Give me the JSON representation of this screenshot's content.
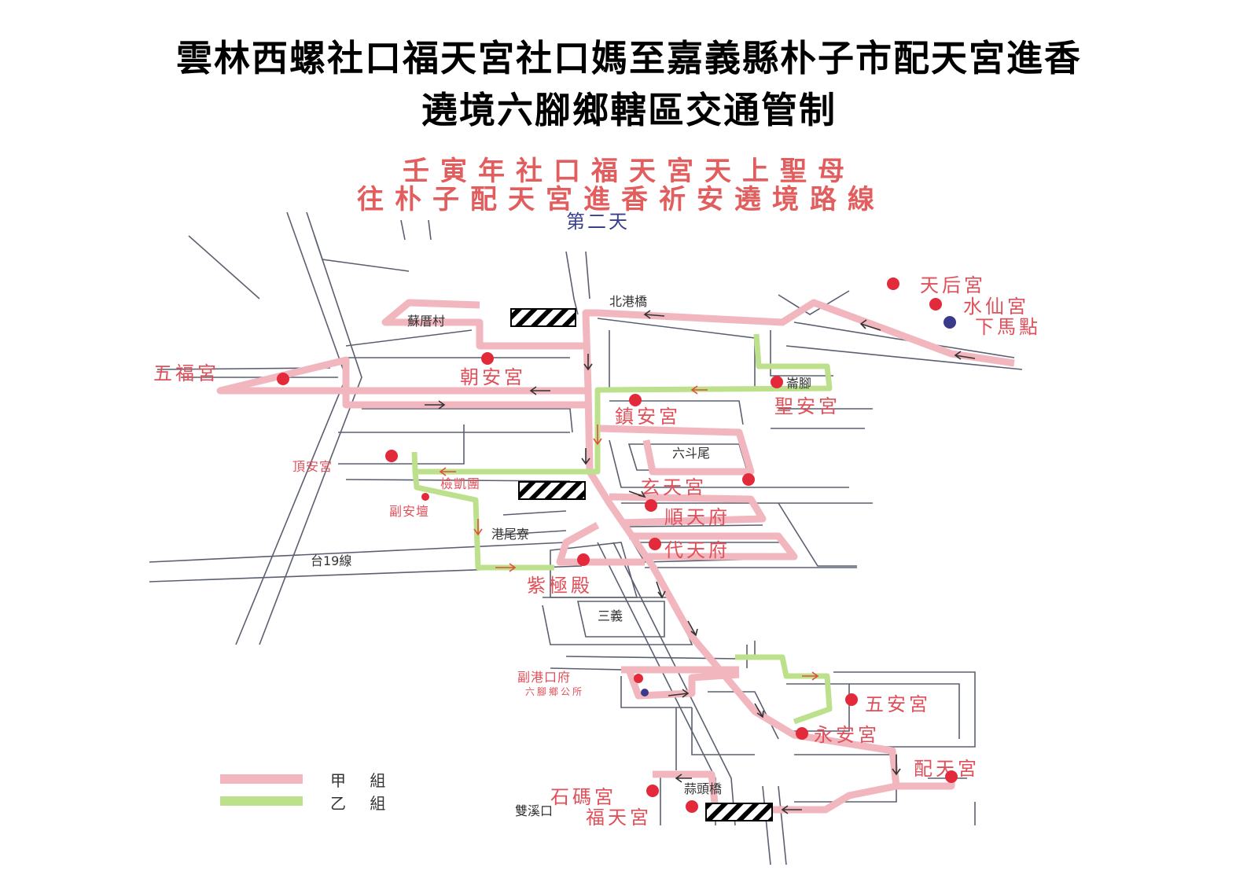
{
  "header": {
    "title_line1": "雲林西螺社口福天宮社口媽至嘉義縣朴子市配天宮進香",
    "title_line2": "遶境六腳鄉轄區交通管制"
  },
  "map": {
    "title_line1": "壬寅年社口福天宮天上聖母",
    "title_line2": "往朴子配天宮進香祈安遶境路線",
    "day_label": "第二天",
    "route_colors": {
      "group_a": "#f2b6bf",
      "group_b": "#bde08c",
      "road": "#5a6070",
      "arrow": "#333333",
      "temple_dot": "#e22a3a",
      "dismount_dot": "#3a3a8a"
    },
    "key": [
      {
        "label": "天后宮"
      },
      {
        "label": "水仙宮"
      },
      {
        "label": "下馬點"
      }
    ],
    "temples": [
      "五福宮",
      "朝安宮",
      "鎮安宮",
      "聖安宮",
      "玄天宮",
      "順天府",
      "代天府",
      "紫極殿",
      "頂安宮",
      "副安壇",
      "五安宮",
      "永安宮",
      "配天宮",
      "石碼宮",
      "福天宮",
      "副港口府"
    ],
    "places": [
      "蘇厝村",
      "北港橋",
      "崙腳",
      "六斗尾",
      "港尾寮",
      "台19線",
      "三義",
      "檢凱團",
      "六腳鄉公所",
      "蒜頭橋",
      "雙溪口"
    ],
    "legend": [
      {
        "label": "甲 組"
      },
      {
        "label": "乙 組"
      }
    ]
  }
}
